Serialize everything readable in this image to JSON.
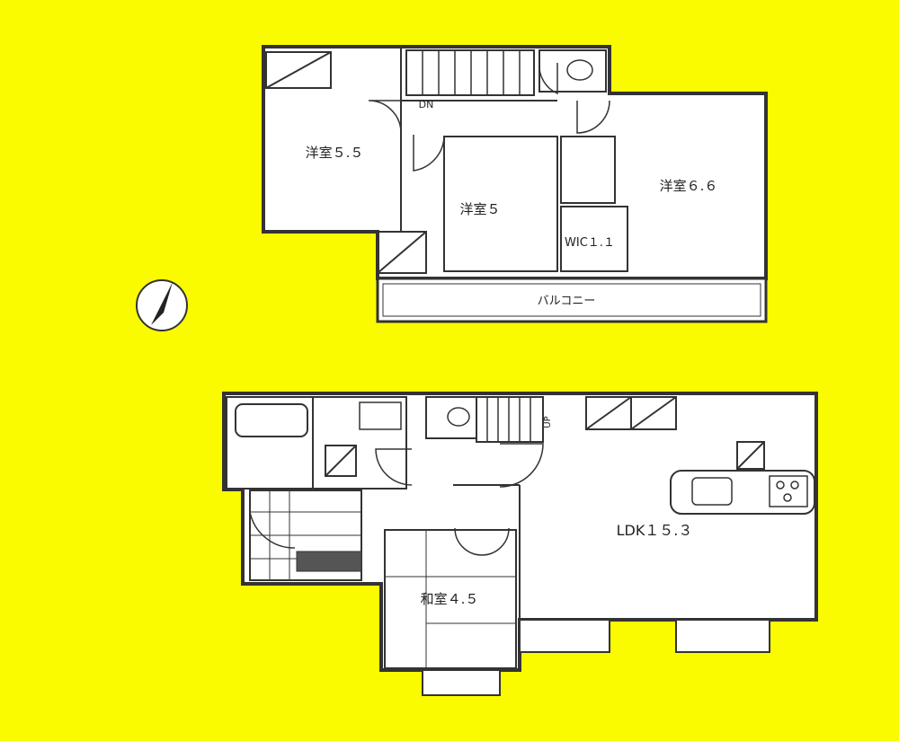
{
  "background_color": "#fbfb00",
  "upper_floor": {
    "rooms": {
      "western_room_a": "洋室５.５",
      "western_room_b": "洋室５",
      "western_room_c": "洋室６.６",
      "walk_in_closet": "WIC１.１",
      "balcony": "バルコニー"
    },
    "stair_label": "DN"
  },
  "lower_floor": {
    "rooms": {
      "ldk": "LDK１５.３",
      "japanese_room": "和室４.５"
    },
    "stair_label": "UP"
  },
  "compass_icon": "north-arrow-icon"
}
